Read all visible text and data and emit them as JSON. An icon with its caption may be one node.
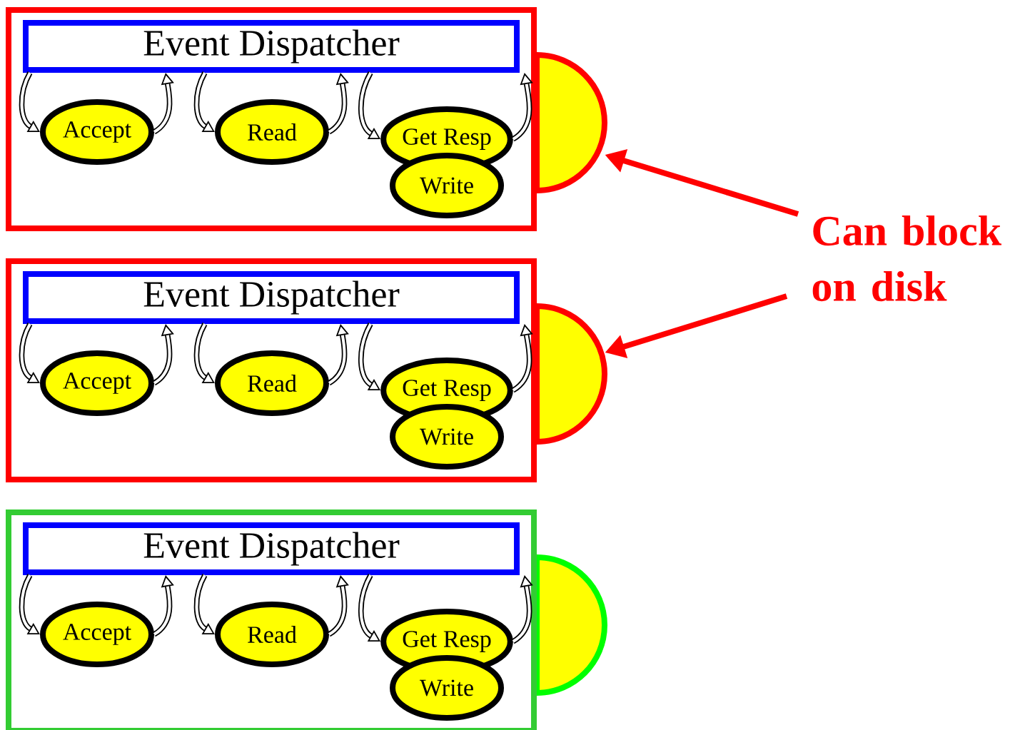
{
  "diagram": {
    "nodes": [
      {
        "text": [],
        "shape": "box"
      },
      {
        "text": [
          "Event Dispatcher"
        ],
        "in": 0
      },
      {
        "text": [
          "Accept"
        ],
        "in": 0
      },
      {
        "text": [
          "Read"
        ],
        "in": 0
      },
      {
        "text": [
          "Get Resp"
        ],
        "in": 0
      },
      {
        "text": [
          "Write"
        ],
        "in": 0
      },
      {
        "text": [],
        "shape": "circle"
      },
      {
        "text": [],
        "shape": "box"
      },
      {
        "text": [
          "Event Dispatcher"
        ],
        "in": 7
      },
      {
        "text": [
          "Accept"
        ],
        "in": 7
      },
      {
        "text": [
          "Read"
        ],
        "in": 7
      },
      {
        "text": [
          "Get Resp"
        ],
        "in": 7
      },
      {
        "text": [
          "Write"
        ],
        "in": 7
      },
      {
        "text": [],
        "shape": "circle"
      },
      {
        "text": [],
        "shape": "box"
      },
      {
        "text": [
          "Event Dispatcher"
        ],
        "in": 14
      },
      {
        "text": [
          "Accept"
        ],
        "in": 14
      },
      {
        "text": [
          "Read"
        ],
        "in": 14
      },
      {
        "text": [
          "Get Resp"
        ],
        "in": 14
      },
      {
        "text": [
          "Write"
        ],
        "in": 14
      },
      {
        "text": [],
        "shape": "circle"
      },
      {
        "text": [
          "Can block on disk"
        ]
      }
    ],
    "edges": [
      {
        "from": 1,
        "to": 2,
        "arrow": "to"
      },
      {
        "from": 2,
        "to": 1,
        "arrow": "to"
      },
      {
        "from": 1,
        "to": 3,
        "arrow": "to"
      },
      {
        "from": 3,
        "to": 1,
        "arrow": "to"
      },
      {
        "from": 1,
        "to": 4,
        "arrow": "to"
      },
      {
        "from": 4,
        "to": 1,
        "arrow": "to"
      },
      {
        "from": 8,
        "to": 9,
        "arrow": "to"
      },
      {
        "from": 9,
        "to": 8,
        "arrow": "to"
      },
      {
        "from": 8,
        "to": 10,
        "arrow": "to"
      },
      {
        "from": 10,
        "to": 8,
        "arrow": "to"
      },
      {
        "from": 8,
        "to": 11,
        "arrow": "to"
      },
      {
        "from": 11,
        "to": 8,
        "arrow": "to"
      },
      {
        "from": 15,
        "to": 16,
        "arrow": "to"
      },
      {
        "from": 16,
        "to": 15,
        "arrow": "to"
      },
      {
        "from": 15,
        "to": 17,
        "arrow": "to"
      },
      {
        "from": 17,
        "to": 15,
        "arrow": "to"
      },
      {
        "from": 15,
        "to": 18,
        "arrow": "to"
      },
      {
        "from": 18,
        "to": 15,
        "arrow": "to"
      },
      {
        "from": 21,
        "to": 6,
        "arrow": "to",
        "color": "#ff0000"
      },
      {
        "from": 21,
        "to": 13,
        "arrow": "to",
        "color": "#ff0000"
      }
    ]
  }
}
